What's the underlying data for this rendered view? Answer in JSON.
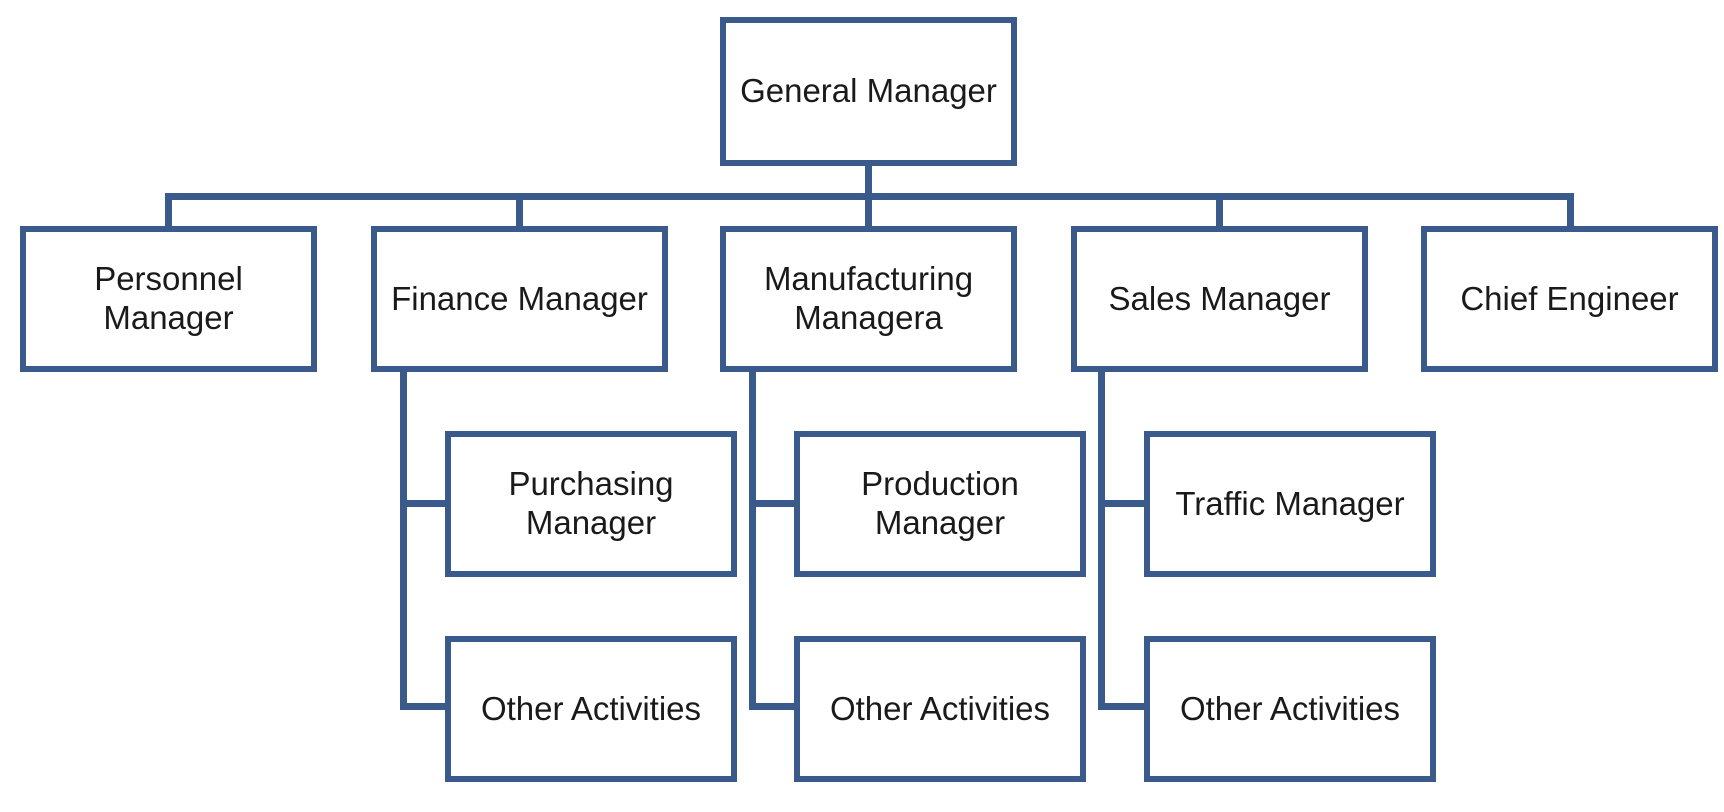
{
  "org_chart": {
    "colors": {
      "line": "#3a5a8c",
      "box_fill": "#ffffff",
      "text": "#1a1a1a"
    },
    "root": {
      "label": "General Manager"
    },
    "managers": [
      {
        "label": "Personnel\nManager"
      },
      {
        "label": "Finance Manager"
      },
      {
        "label": "Manufacturing\nManagera"
      },
      {
        "label": "Sales Manager"
      },
      {
        "label": "Chief Engineer"
      }
    ],
    "finance_reports": [
      {
        "label": "Purchasing\nManager"
      },
      {
        "label": "Other Activities"
      }
    ],
    "manufacturing_reports": [
      {
        "label": "Production\nManager"
      },
      {
        "label": "Other Activities"
      }
    ],
    "sales_reports": [
      {
        "label": "Traffic Manager"
      },
      {
        "label": "Other Activities"
      }
    ]
  }
}
